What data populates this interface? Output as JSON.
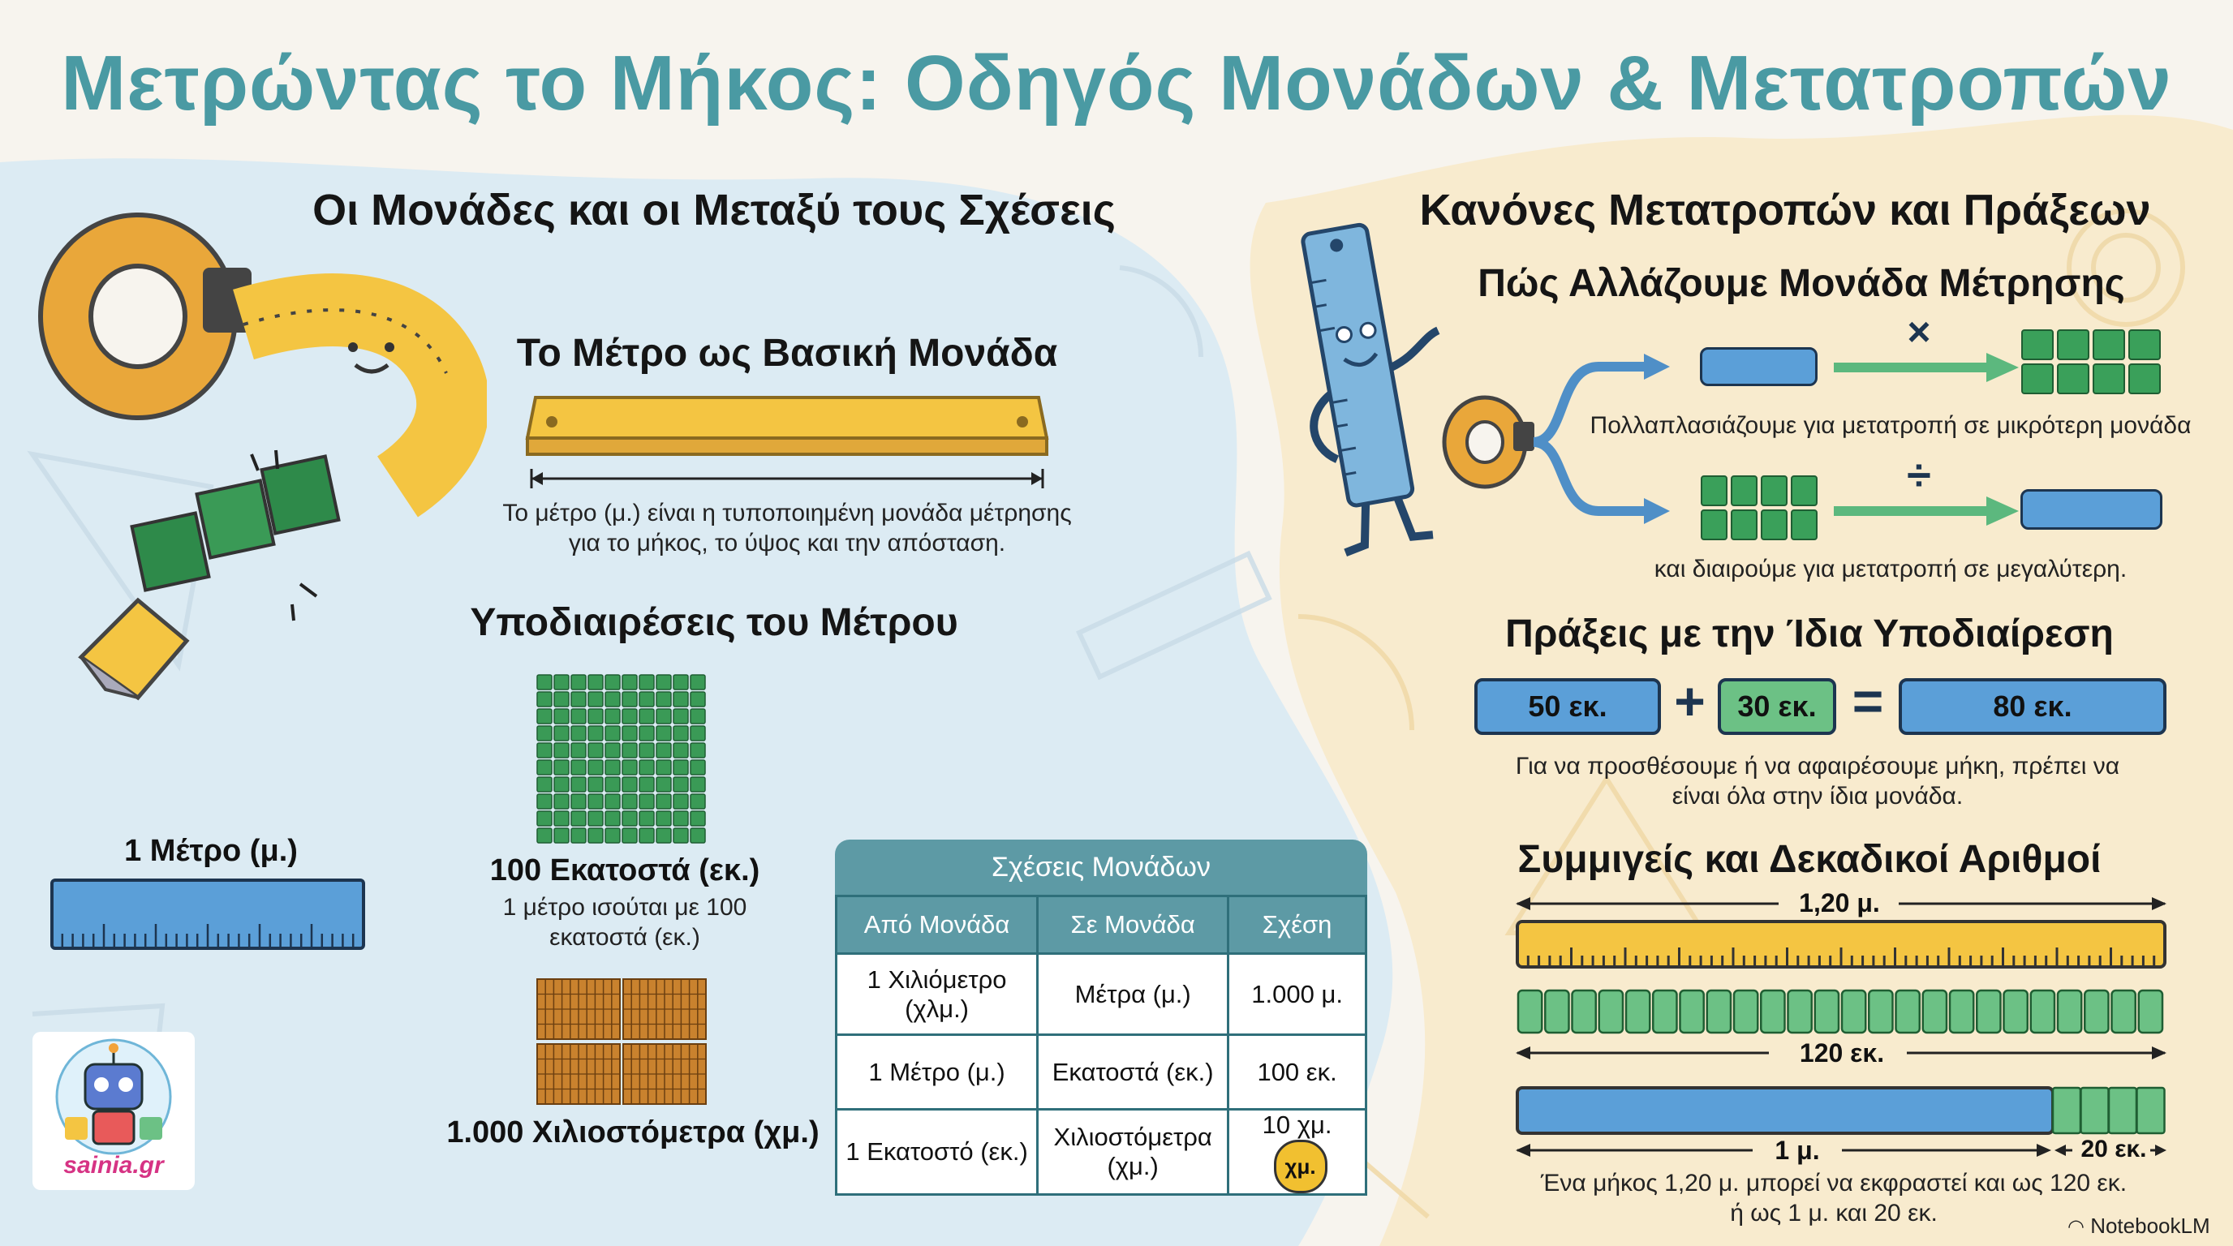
{
  "title": "Μετρώντας το Μήκος: Οδηγός Μονάδων & Μετατροπών",
  "left": {
    "heading": "Οι Μονάδες και οι Μεταξύ τους Σχέσεις",
    "meter_title": "Το Μέτρο ως Βασική Μονάδα",
    "meter_caption_1": "Το μέτρο (μ.) είναι η τυποποιημένη μονάδα μέτρησης",
    "meter_caption_2": "για το μήκος, το ύψος και την απόσταση.",
    "subdiv_title": "Υποδιαιρέσεις του Μέτρου",
    "one_meter": "1 Μέτρο (μ.)",
    "cm_label": "100 Εκατοστά (εκ.)",
    "cm_caption_1": "1 μέτρο ισούται με 100",
    "cm_caption_2": "εκατοστά (εκ.)",
    "mm_label": "1.000 Χιλιοστόμετρα (χμ.)",
    "logo_text": "sainia.gr"
  },
  "table": {
    "caption": "Σχέσεις Μονάδων",
    "headers": [
      "Από Μονάδα",
      "Σε Μονάδα",
      "Σχέση"
    ],
    "rows": [
      [
        "1 Χιλιόμετρο (χλμ.)",
        "Μέτρα (μ.)",
        "1.000 μ."
      ],
      [
        "1 Μέτρο (μ.)",
        "Εκατοστά (εκ.)",
        "100 εκ."
      ],
      [
        "1 Εκατοστό (εκ.)",
        "Χιλιοστόμετρα (χμ.)",
        "10 χμ."
      ]
    ],
    "badge": "χμ."
  },
  "right": {
    "heading": "Κανόνες Μετατροπών και Πράξεων",
    "change_title": "Πώς Αλλάζουμε Μονάδα Μέτρησης",
    "mult_symbol": "×",
    "div_symbol": "÷",
    "mult_caption": "Πολλαπλασιάζουμε για μετατροπή σε μικρότερη μονάδα",
    "div_caption": "και διαιρούμε για μετατροπή σε μεγαλύτερη.",
    "ops_title": "Πράξεις με την Ίδια Υποδιαίρεση",
    "ops": {
      "a": "50 εκ.",
      "plus": "+",
      "b": "30 εκ.",
      "eq": "=",
      "result": "80 εκ."
    },
    "ops_caption_1": "Για να προσθέσουμε ή να αφαιρέσουμε μήκη, πρέπει να",
    "ops_caption_2": "είναι όλα στην ίδια μονάδα.",
    "mixed_title": "Συμμιγείς και Δεκαδικοί Αριθμοί",
    "len_120m": "1,20 μ.",
    "len_120cm": "120 εκ.",
    "len_1m": "1 μ.",
    "len_20cm": "20 εκ.",
    "mixed_caption_1": "Ένα μήκος 1,20 μ. μπορεί να εκφραστεί και ως 120 εκ.",
    "mixed_caption_2": "ή ως 1 μ. και 20 εκ.",
    "brand": "NotebookLM"
  },
  "colors": {
    "title": "#4a9aa3",
    "blue": "#5b9fd8",
    "green": "#6cc185",
    "yellow": "#f4c542",
    "table_header": "#5d9aa5",
    "left_bg": "#dcebf3",
    "right_bg": "#f8ebce"
  },
  "icons": [
    "tape-measure-icon",
    "ruler-character-icon",
    "robot-logo-icon",
    "notebooklm-icon"
  ]
}
